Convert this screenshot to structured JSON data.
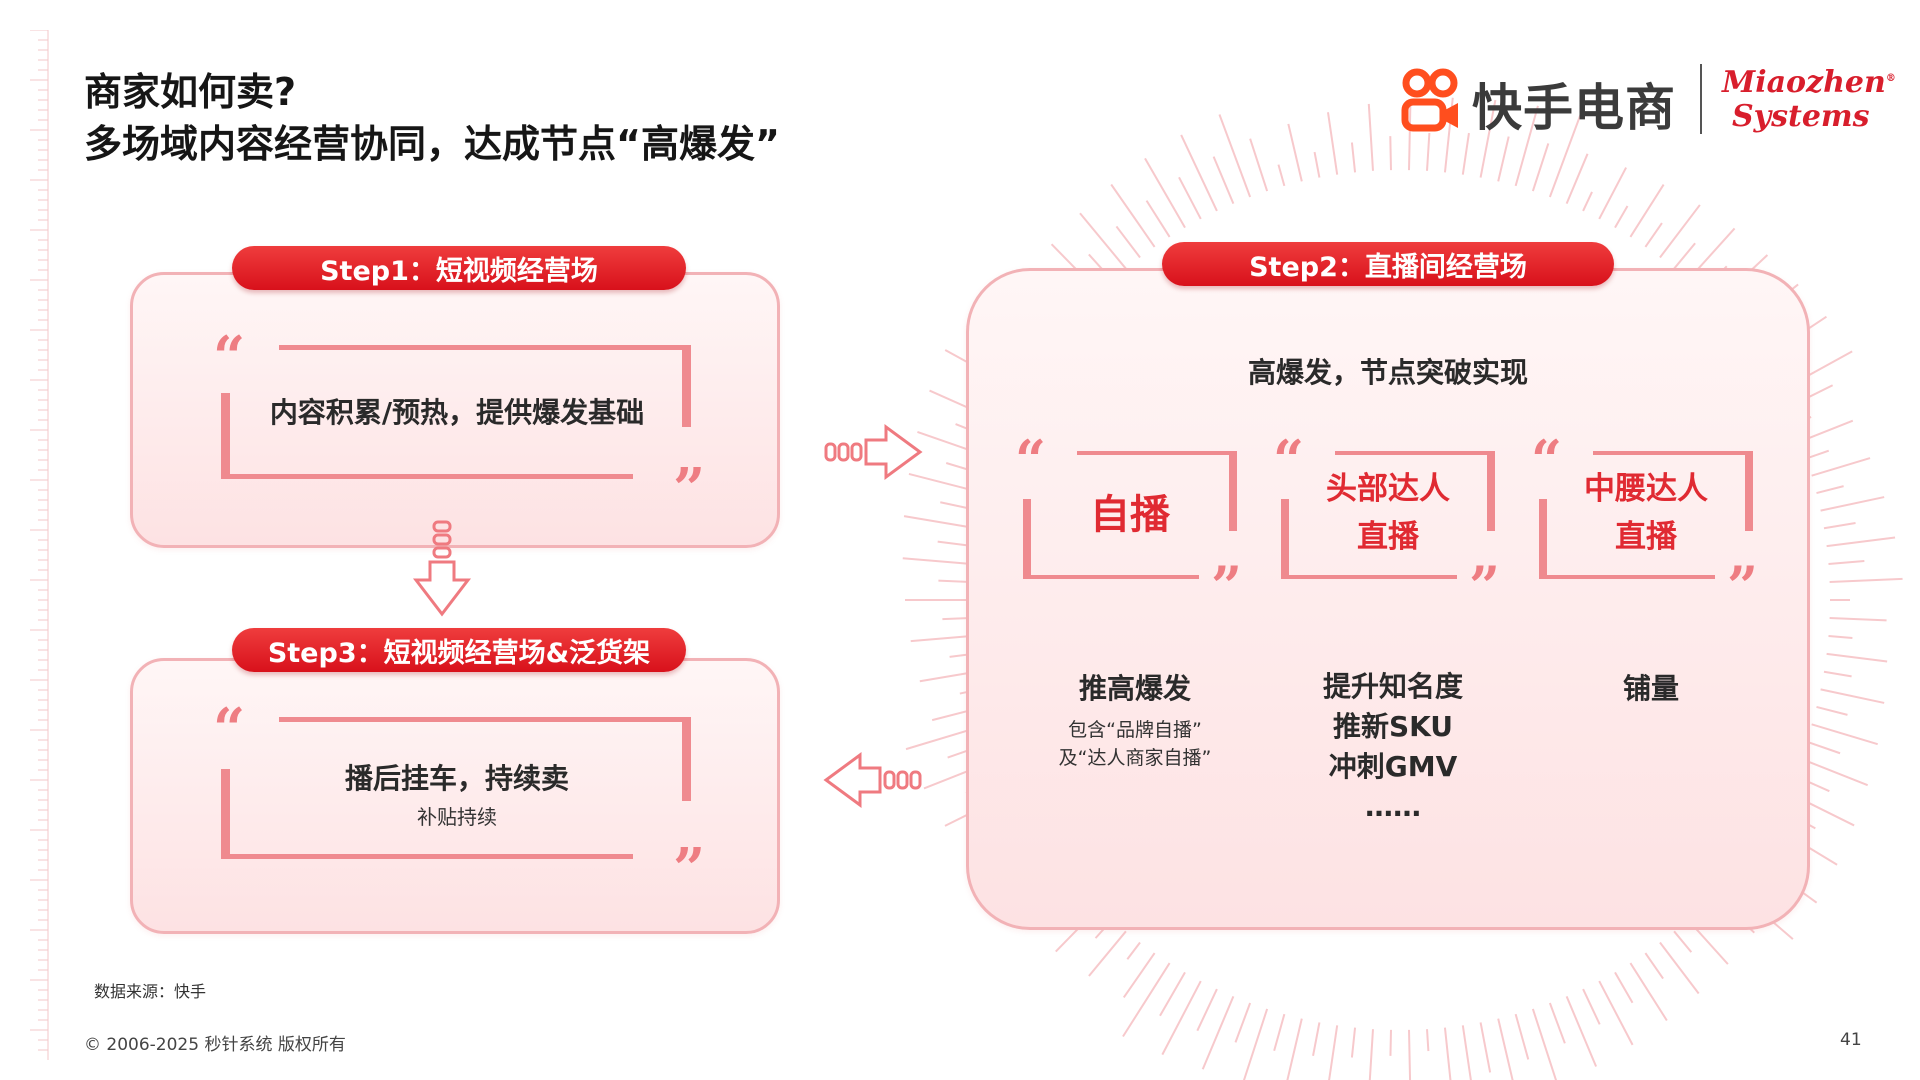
{
  "header": {
    "title_line1": "商家如何卖?",
    "title_line2": "多场域内容经营协同，达成节点“高爆发”",
    "brand_kuaishou": "快手电商",
    "brand_miaozhen_1": "Miaozhen",
    "brand_miaozhen_2": "Systems"
  },
  "step1": {
    "label": "Step1：短视频经营场",
    "text": "内容积累/预热，提供爆发基础"
  },
  "step2": {
    "label": "Step2：直播间经营场",
    "subtitle": "高爆发，节点突破实现",
    "cards": [
      {
        "line1": "自播",
        "line2": ""
      },
      {
        "line1": "头部达人",
        "line2": "直播"
      },
      {
        "line1": "中腰达人",
        "line2": "直播"
      }
    ],
    "col1": {
      "title": "推高爆发",
      "sub1": "包含“品牌自播”",
      "sub2": "及“达人商家自播”"
    },
    "col2": {
      "l1": "提升知名度",
      "l2": "推新SKU",
      "l3": "冲刺GMV",
      "l4": "……"
    },
    "col3": {
      "title": "铺量"
    }
  },
  "step3": {
    "label": "Step3：短视频经营场&泛货架",
    "text": "播后挂车，持续卖",
    "sub": "补贴持续"
  },
  "footer": {
    "source": "数据来源：快手",
    "copyright": "© 2006-2025 秒针系统 版权所有",
    "page": "41"
  },
  "colors": {
    "accent": "#e0262f",
    "panel_border": "#f2b2b6",
    "quote": "#ee7d82"
  }
}
